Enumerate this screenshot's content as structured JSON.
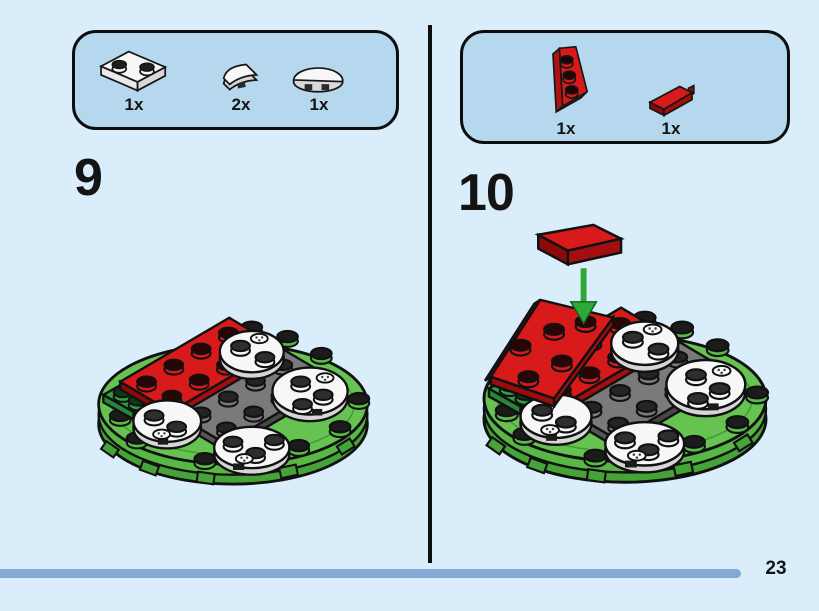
{
  "steps": [
    {
      "number": "9",
      "parts": [
        {
          "name": "white-plate-1x2",
          "count": "1x"
        },
        {
          "name": "white-quarter-round-tile",
          "count": "2x"
        },
        {
          "name": "white-half-round-plate",
          "count": "1x"
        }
      ]
    },
    {
      "number": "10",
      "parts": [
        {
          "name": "red-wedge-plate-2x3",
          "count": "1x"
        },
        {
          "name": "red-slope-1x2",
          "count": "1x"
        }
      ]
    }
  ],
  "footer": {
    "page_number": "23"
  },
  "icons": {
    "step9_model": "round-green-base-assembly",
    "step10_model": "round-green-base-assembly-with-red-wedge",
    "arrow": "placement-down-arrow"
  },
  "colors": {
    "background": "#d9edfb",
    "parts_box_fill": "#b5d8ef",
    "parts_box_border": "#0d0d0d",
    "divider": "#0d0d0d",
    "footer_bar": "#85a8d6",
    "text": "#141414",
    "brick_red": "#d81a1a",
    "base_green": "#66c352",
    "plate_green": "#2fa23f",
    "plate_gray": "#7a7a7a",
    "piece_white": "#f7f7f7",
    "arrow_green": "#2ea836"
  }
}
